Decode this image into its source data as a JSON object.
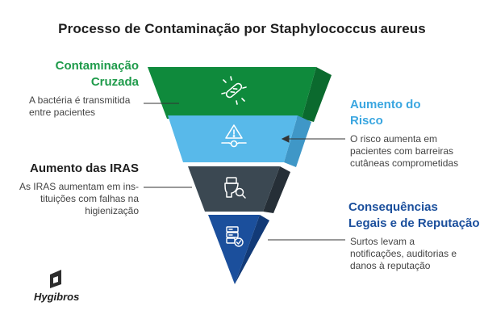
{
  "title": "Processo de Contaminação por Staphylococcus aureus",
  "stages": [
    {
      "label_lines": [
        "Contaminação",
        "Cruzada"
      ],
      "description_lines": [
        "A bactéria é transmitida",
        "entre pacientes"
      ],
      "color": "#0f8a3c",
      "side_color": "#0b6a2e",
      "icon": "bacteria-icon"
    },
    {
      "label_lines": [
        "Aumento do",
        "Risco"
      ],
      "description_lines": [
        "O risco aumenta em",
        "pacientes com barreiras",
        "cutâneas comprometidas"
      ],
      "color": "#58b9ea",
      "side_color": "#3f97c7",
      "icon": "warning-icon"
    },
    {
      "label_lines": [
        "Aumento das IRAS"
      ],
      "description_lines": [
        "As IRAS aumentam em ins-",
        "tituições com falhas na",
        "higienização"
      ],
      "color": "#3b4852",
      "side_color": "#262f37",
      "icon": "toilet-inspection-icon"
    },
    {
      "label_lines": [
        "Consequências",
        "Legais e de Reputação"
      ],
      "description_lines": [
        "Surtos levam a",
        "notificações, auditorias e",
        "danos à reputação"
      ],
      "color": "#1b4f9c",
      "side_color": "#123a77",
      "icon": "server-check-icon"
    }
  ],
  "colors": {
    "label_green": "#1f9b4b",
    "label_blue": "#3aa6e0",
    "label_dark": "#1e1e1e",
    "label_navy": "#1b4f9c"
  },
  "logo": {
    "text": "Hygibros",
    "icon": "hygibros-logo-icon"
  }
}
